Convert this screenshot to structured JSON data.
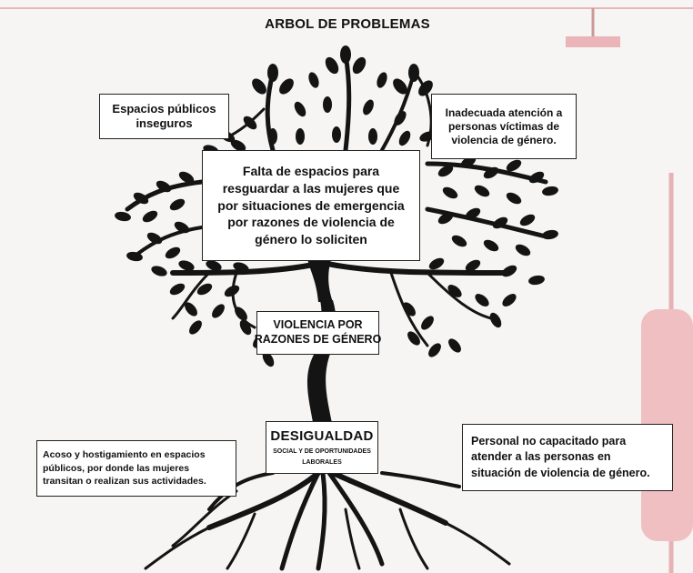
{
  "title": "ARBOL DE  PROBLEMAS",
  "nodes": {
    "top_left": {
      "lines": [
        "Espacios públicos",
        "inseguros"
      ]
    },
    "top_right": {
      "lines": [
        "Inadecuada atención a",
        "personas víctimas de",
        "violencia de género."
      ]
    },
    "center": {
      "lines": [
        "Falta de espacios para",
        "resguardar a las mujeres que",
        "por situaciones de emergencia",
        "por razones de violencia de",
        "género lo soliciten"
      ]
    },
    "root_cause": {
      "lines": [
        "VIOLENCIA POR",
        "RAZONES DE GÉNERO"
      ]
    },
    "inequality": {
      "title": "DESIGUALDAD",
      "sub_lines": [
        "SOCIAL Y DE OPORTUNIDADES",
        "LABORALES"
      ]
    },
    "bottom_left": {
      "lines": [
        "Acoso y hostigamiento en espacios",
        "públicos, por donde las mujeres",
        "transitan o realizan sus actividades."
      ]
    },
    "bottom_right": {
      "lines": [
        "Personal no capacitado para",
        "atender a las personas en",
        "situación de violencia de género."
      ]
    }
  },
  "colors": {
    "tree": "#141414",
    "box_fill": "#ffffff",
    "box_border": "#222222",
    "background": "#f6f5f3",
    "decor_pink": "#e9a9ad"
  },
  "icons": [
    "tree-silhouette"
  ]
}
